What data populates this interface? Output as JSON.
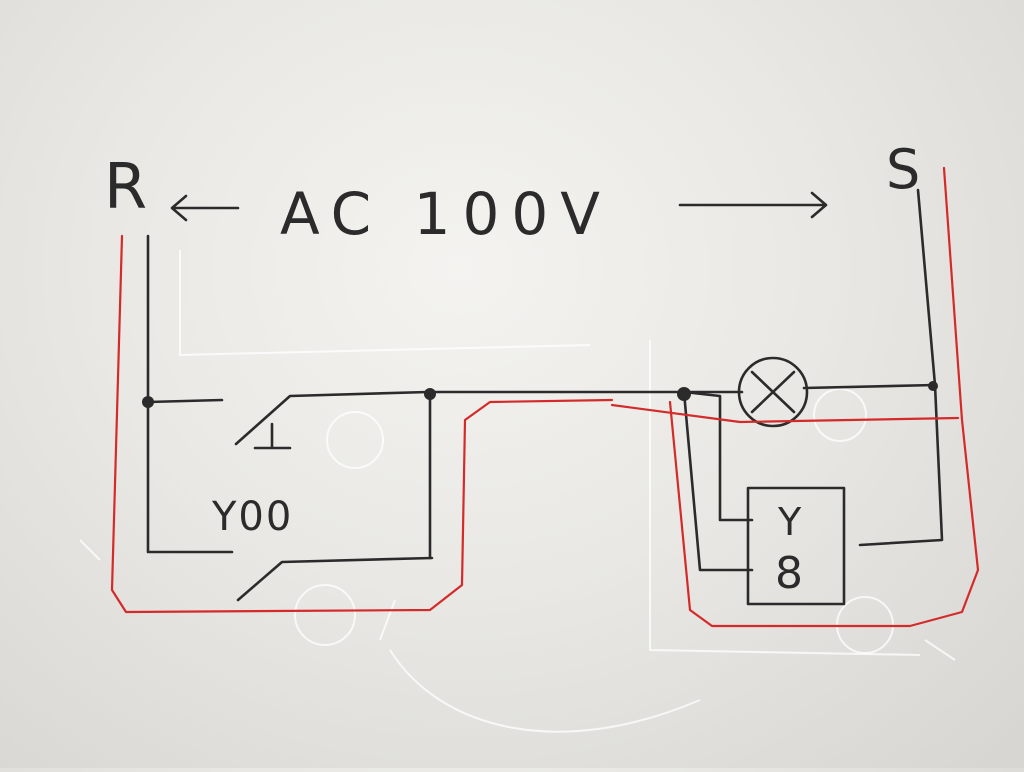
{
  "labels": {
    "left_terminal": "R",
    "right_terminal": "S",
    "supply": "AC 100V",
    "switch_1": "Y00",
    "switch_2_top": "Y",
    "switch_2_bottom": "8",
    "lamp_symbol": "X"
  },
  "colors": {
    "ink": "#2b2b2b",
    "red_wire": "#d42a2a",
    "paper": "#ecebe7"
  }
}
